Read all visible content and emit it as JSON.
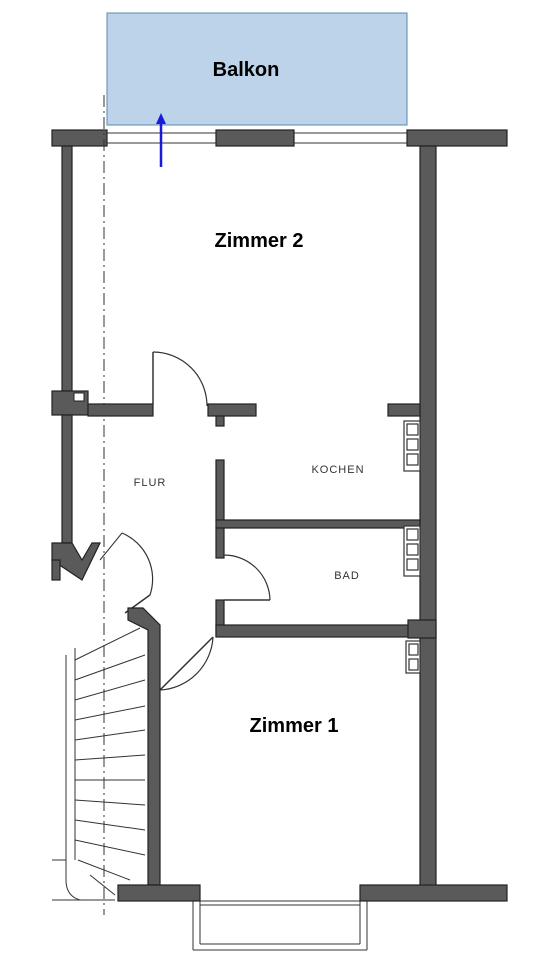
{
  "rooms": {
    "balkon": "Balkon",
    "zimmer2": "Zimmer 2",
    "flur": "FLUR",
    "kochen": "KOCHEN",
    "bad": "BAD",
    "zimmer1": "Zimmer 1"
  },
  "colors": {
    "balcony_fill": "#bcd3e9",
    "balcony_border": "#5a88b5",
    "arrow": "#1a1adc",
    "wall": "#5a5a5a"
  }
}
